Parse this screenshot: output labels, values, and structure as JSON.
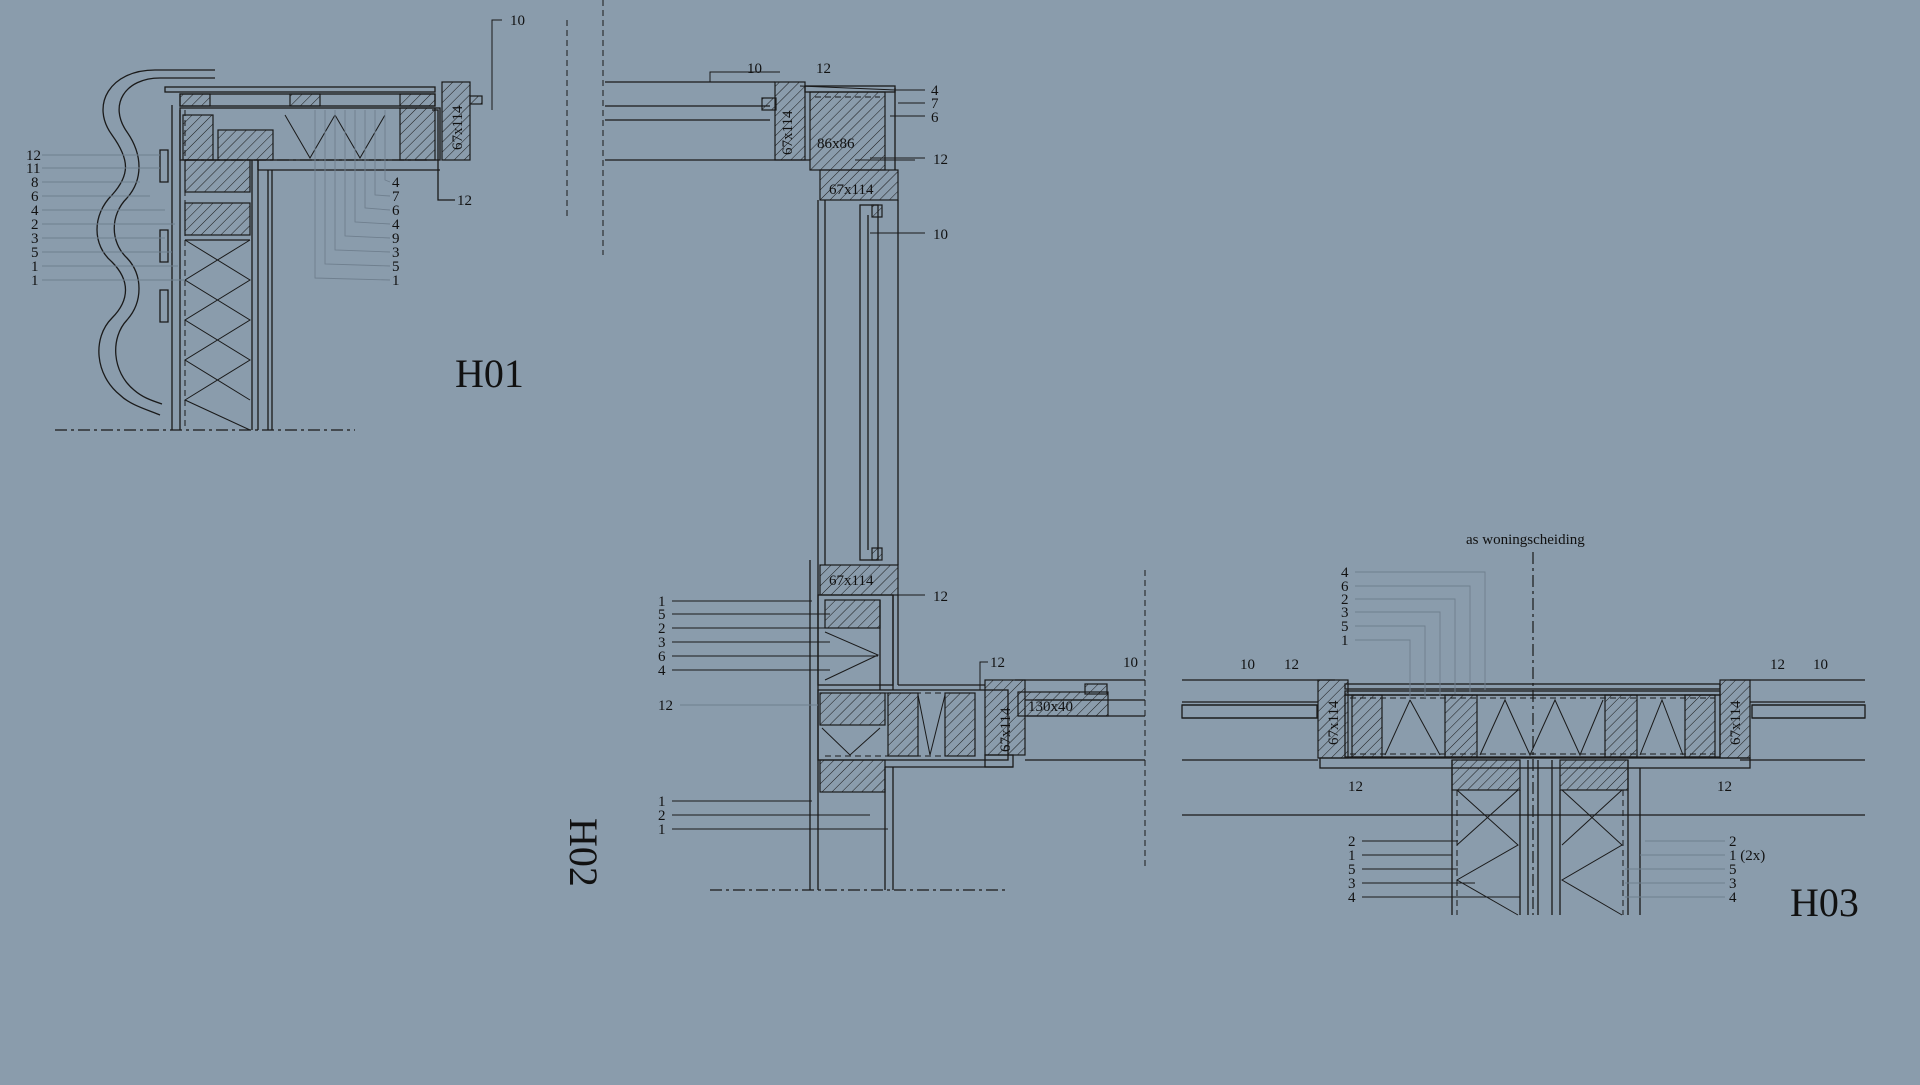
{
  "details": {
    "h01": {
      "title": "H01",
      "top_label": "10",
      "right_label": "12",
      "left_numbers": [
        "12",
        "11",
        "8",
        "6",
        "4",
        "2",
        "3",
        "5",
        "1",
        "1"
      ],
      "right_numbers": [
        "4",
        "7",
        "6",
        "4",
        "9",
        "3",
        "5",
        "1"
      ],
      "dim_label": "67x114"
    },
    "h02": {
      "title": "H02",
      "top_labels": [
        "10",
        "12"
      ],
      "top_right_numbers": [
        "4",
        "7",
        "6"
      ],
      "right_labels": [
        "12",
        "10",
        "12"
      ],
      "left_numbers_a": [
        "1",
        "5",
        "2",
        "3",
        "6",
        "4"
      ],
      "left_label_12": "12",
      "left_numbers_b": [
        "1",
        "2",
        "1"
      ],
      "right_labels_b": [
        "12",
        "10"
      ],
      "dims": [
        "67x114",
        "86x86",
        "67x114",
        "67x114",
        "67x114",
        "130x40"
      ]
    },
    "h03": {
      "title": "H03",
      "axis_label": "as woningscheiding",
      "top_numbers": [
        "4",
        "6",
        "2",
        "3",
        "5",
        "1"
      ],
      "left_labels": [
        "10",
        "12"
      ],
      "right_labels": [
        "12",
        "10"
      ],
      "under_labels": [
        "12",
        "12"
      ],
      "bottom_left_numbers": [
        "2",
        "1",
        "5",
        "3",
        "4"
      ],
      "bottom_right_numbers": [
        "2",
        "1 (2x)",
        "5",
        "3",
        "4"
      ],
      "dims": [
        "67x114",
        "67x114"
      ]
    }
  },
  "colors": {
    "background": "#8a9cac",
    "ink": "#1a1a1a"
  }
}
